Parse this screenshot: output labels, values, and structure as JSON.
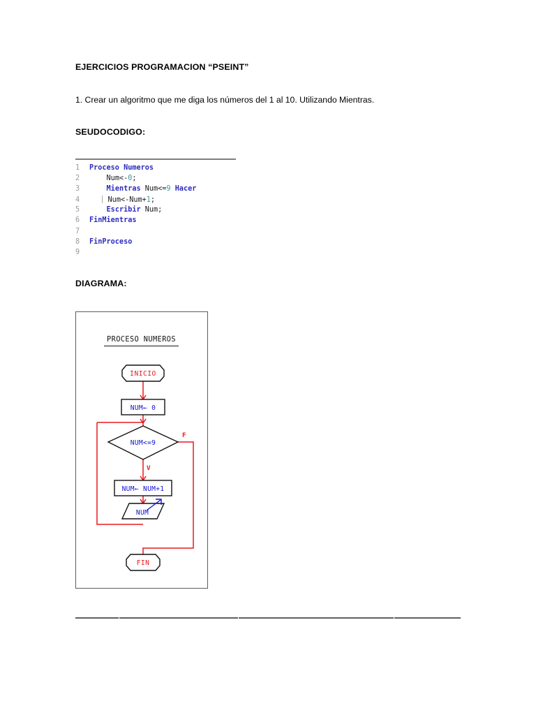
{
  "document": {
    "title": "EJERCICIOS PROGRAMACION “PSEINT”",
    "exercise": "1. Crear un algoritmo que me diga los números del 1 al 10. Utilizando Mientras.",
    "sections": {
      "pseudocode_label": "SEUDOCODIGO:",
      "diagram_label": "DIAGRAMA:"
    }
  },
  "code": {
    "line_numbers": [
      "1",
      "2",
      "3",
      "4",
      "5",
      "6",
      "7",
      "8",
      "9"
    ],
    "lines": [
      {
        "n": "1",
        "indent": 0,
        "guide": false,
        "tokens": [
          {
            "t": "Proceso Numeros",
            "c": "kw"
          }
        ]
      },
      {
        "n": "2",
        "indent": 1,
        "guide": false,
        "tokens": [
          {
            "t": "Num<-",
            "c": "pln"
          },
          {
            "t": "0",
            "c": "num"
          },
          {
            "t": ";",
            "c": "pln"
          }
        ]
      },
      {
        "n": "3",
        "indent": 1,
        "guide": false,
        "tokens": [
          {
            "t": "Mientras ",
            "c": "kw"
          },
          {
            "t": "Num<=",
            "c": "pln"
          },
          {
            "t": "9",
            "c": "num"
          },
          {
            "t": " Hacer",
            "c": "kw"
          }
        ]
      },
      {
        "n": "4",
        "indent": 1,
        "guide": true,
        "tokens": [
          {
            "t": "Num<-Num+",
            "c": "pln"
          },
          {
            "t": "1",
            "c": "num"
          },
          {
            "t": ";",
            "c": "pln"
          }
        ]
      },
      {
        "n": "5",
        "indent": 1,
        "guide": false,
        "tokens": [
          {
            "t": "Escribir ",
            "c": "kw"
          },
          {
            "t": "Num;",
            "c": "pln"
          }
        ]
      },
      {
        "n": "6",
        "indent": 0,
        "guide": false,
        "tokens": [
          {
            "t": "FinMientras",
            "c": "kw"
          }
        ]
      },
      {
        "n": "7",
        "indent": 0,
        "guide": false,
        "tokens": []
      },
      {
        "n": "8",
        "indent": 0,
        "guide": false,
        "tokens": [
          {
            "t": "FinProceso",
            "c": "kw"
          }
        ]
      },
      {
        "n": "9",
        "indent": 0,
        "guide": false,
        "tokens": []
      }
    ],
    "colors": {
      "keyword": "#2b2bbf",
      "plain": "#1a1a1a",
      "number": "#3a9a9a",
      "line_number": "#9a9a9a",
      "rule": "#7f7f7f"
    }
  },
  "flowchart": {
    "title": "PROCESO NUMEROS",
    "nodes": {
      "start": {
        "label": "INICIO",
        "shape": "terminator",
        "text_color": "#e8191e"
      },
      "assign_init": {
        "label": "NUM← 0",
        "shape": "process",
        "text_color": "#1414d2"
      },
      "decision": {
        "label": "NUM<=9",
        "shape": "decision",
        "text_color": "#1414d2"
      },
      "assign_inc": {
        "label": "NUM← NUM+1",
        "shape": "process",
        "text_color": "#1414d2"
      },
      "output": {
        "label": "NUM",
        "shape": "output-parallelogram",
        "text_color": "#1414d2"
      },
      "end": {
        "label": "FIN",
        "shape": "terminator",
        "text_color": "#e8191e"
      }
    },
    "branch_labels": {
      "true": "V",
      "false": "F"
    },
    "colors": {
      "connector": "#e8191e",
      "node_border": "#111111",
      "frame_border": "#5c5c5c",
      "blue_text": "#1414d2",
      "red_text": "#e8191e"
    }
  },
  "footer": {
    "rule_widths": [
      62,
      170,
      222,
      95
    ]
  }
}
